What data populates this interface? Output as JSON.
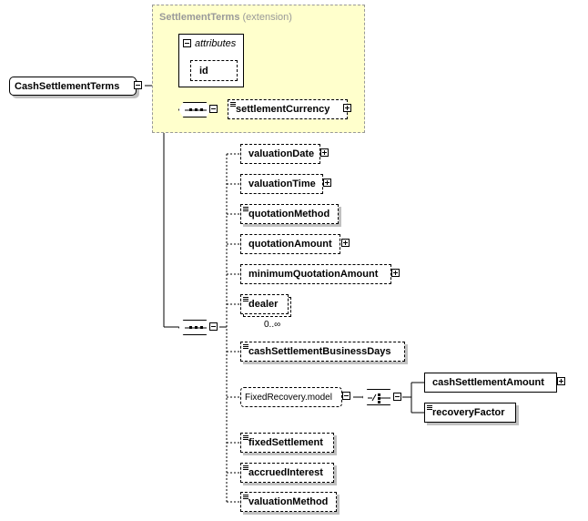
{
  "extension": {
    "type_name": "SettlementTerms",
    "kind": "(extension)"
  },
  "root": {
    "label": "CashSettlementTerms"
  },
  "attributes": {
    "label": "attributes",
    "id_label": "id"
  },
  "ext_children": {
    "settlement_currency": "settlementCurrency"
  },
  "children": [
    {
      "label": "valuationDate"
    },
    {
      "label": "valuationTime"
    },
    {
      "label": "quotationMethod"
    },
    {
      "label": "quotationAmount"
    },
    {
      "label": "minimumQuotationAmount"
    },
    {
      "label": "dealer",
      "occurrence": "0..∞"
    },
    {
      "label": "cashSettlementBusinessDays"
    },
    {
      "label": "FixedRecovery.model"
    },
    {
      "label": "fixedSettlement"
    },
    {
      "label": "accruedInterest"
    },
    {
      "label": "valuationMethod"
    }
  ],
  "model_children": {
    "cash_settlement_amount": "cashSettlementAmount",
    "recovery_factor": "recoveryFactor"
  },
  "colors": {
    "extension_fill": "#ffffcc",
    "extension_border": "#999999",
    "title_text": "#999999"
  }
}
